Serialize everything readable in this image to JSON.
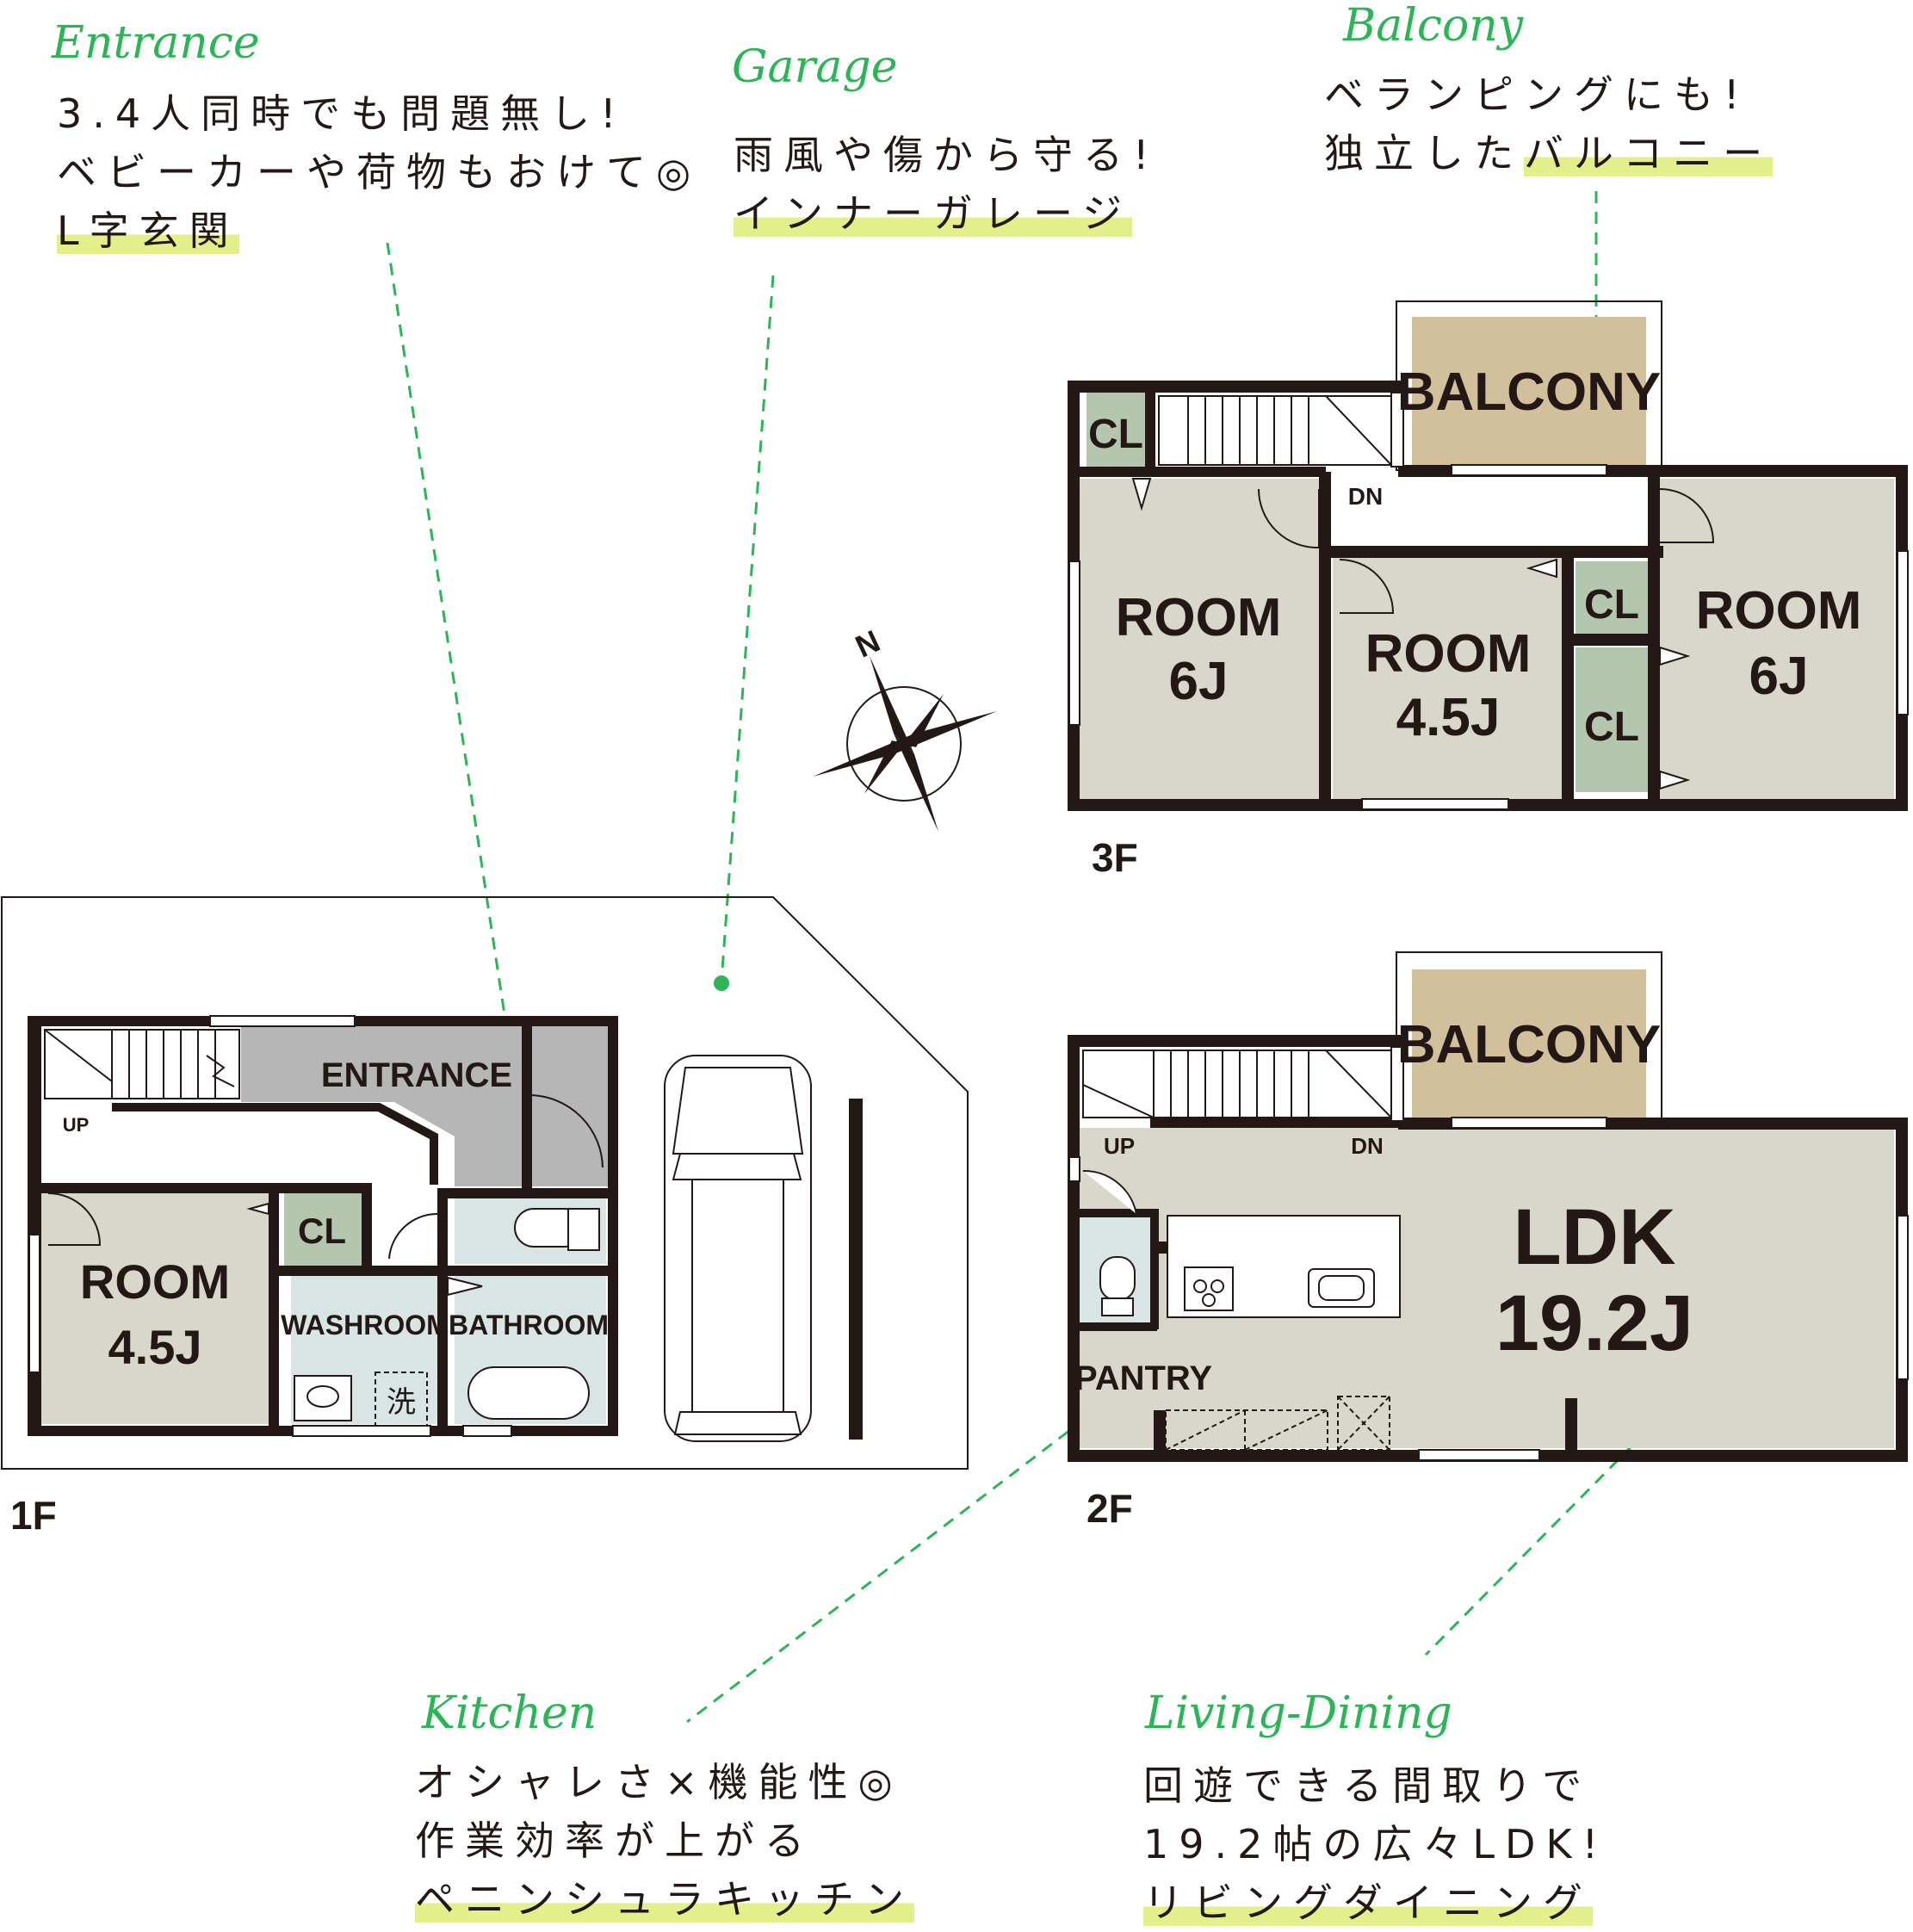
{
  "annotations": {
    "entrance": {
      "script": "Entrance",
      "lines": [
        "3.4人同時でも問題無し!",
        "ベビーカーや荷物もおけて◎"
      ],
      "highlight": "L字玄関"
    },
    "garage": {
      "script": "Garage",
      "lines": [
        "雨風や傷から守る!"
      ],
      "highlight": "インナーガレージ"
    },
    "balcony": {
      "script": "Balcony",
      "lines": [
        "ベランピングにも!"
      ],
      "line2_plain": "独立した",
      "highlight": "バルコニー"
    },
    "kitchen": {
      "script": "Kitchen",
      "lines": [
        "オシャレさ×機能性◎",
        "作業効率が上がる"
      ],
      "highlight": "ペニンシュラキッチン"
    },
    "living": {
      "script": "Living-Dining",
      "lines": [
        "回遊できる間取りで",
        "19.2帖の広々LDK!"
      ],
      "highlight": "リビングダイニング"
    }
  },
  "floors": {
    "f1": {
      "label": "1F",
      "entrance": "ENTRANCE",
      "room": {
        "name": "ROOM",
        "size": "4.5J"
      },
      "cl": "CL",
      "washroom": "WASHROOM",
      "bathroom": "BATHROOM",
      "washer": "洗",
      "up": "UP"
    },
    "f2": {
      "label": "2F",
      "balcony": "BALCONY",
      "ldk": {
        "name": "LDK",
        "size": "19.2J"
      },
      "pantry": "PANTRY",
      "up": "UP",
      "dn": "DN"
    },
    "f3": {
      "label": "3F",
      "balcony": "BALCONY",
      "cl": "CL",
      "dn": "DN",
      "room_left": {
        "name": "ROOM",
        "size": "6J"
      },
      "room_mid": {
        "name": "ROOM",
        "size": "4.5J"
      },
      "room_right": {
        "name": "ROOM",
        "size": "6J"
      }
    }
  },
  "compass": {
    "north": "N"
  },
  "colors": {
    "wall": "#231815",
    "room": "#d9d7cb",
    "closet": "#b4c6ae",
    "balcony": "#d2c09c",
    "entrance": "#b7b6b6",
    "wet": "#d9e5e5",
    "accent": "#2bb556",
    "highlight": "#e2ef8a"
  }
}
